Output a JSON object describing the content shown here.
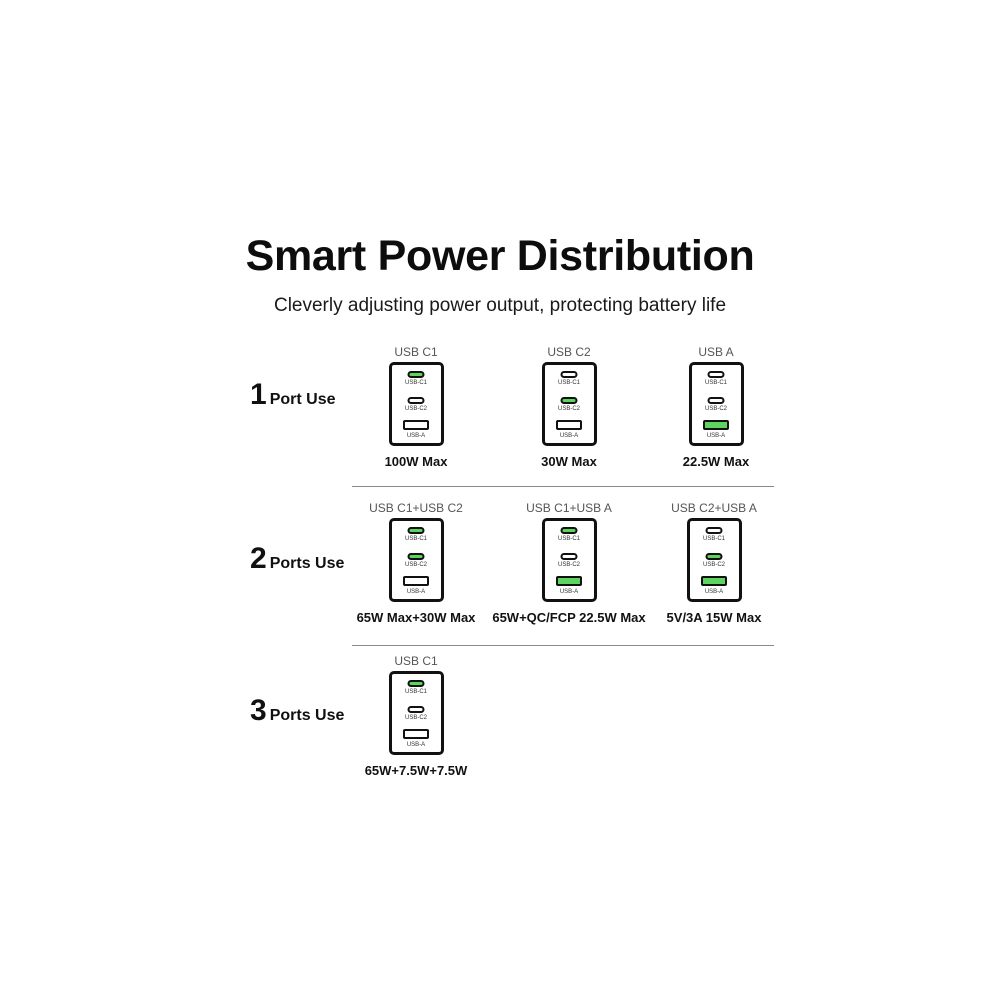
{
  "title": "Smart Power Distribution",
  "subtitle": "Cleverly adjusting power output, protecting battery life",
  "accent_color": "#5ed45e",
  "port_labels": {
    "c1": "USB-C1",
    "c2": "USB-C2",
    "a": "USB-A"
  },
  "rows": [
    {
      "number": "1",
      "label": "Port Use",
      "configs": [
        {
          "title": "USB C1",
          "active": {
            "c1": true,
            "c2": false,
            "a": false
          },
          "power": "100W Max"
        },
        {
          "title": "USB C2",
          "active": {
            "c1": false,
            "c2": true,
            "a": false
          },
          "power": "30W Max"
        },
        {
          "title": "USB A",
          "active": {
            "c1": false,
            "c2": false,
            "a": true
          },
          "power": "22.5W Max"
        }
      ]
    },
    {
      "number": "2",
      "label": "Ports Use",
      "configs": [
        {
          "title": "USB C1+USB C2",
          "active": {
            "c1": true,
            "c2": true,
            "a": false
          },
          "power": "65W Max+30W Max"
        },
        {
          "title": "USB C1+USB A",
          "active": {
            "c1": true,
            "c2": false,
            "a": true
          },
          "power": "65W+QC/FCP 22.5W Max"
        },
        {
          "title": "USB C2+USB A",
          "active": {
            "c1": false,
            "c2": true,
            "a": true
          },
          "power": "5V/3A 15W Max"
        }
      ]
    },
    {
      "number": "3",
      "label": "Ports Use",
      "configs": [
        {
          "title": "USB C1",
          "active": {
            "c1": true,
            "c2": false,
            "a": false
          },
          "power": "65W+7.5W+7.5W"
        }
      ]
    }
  ]
}
